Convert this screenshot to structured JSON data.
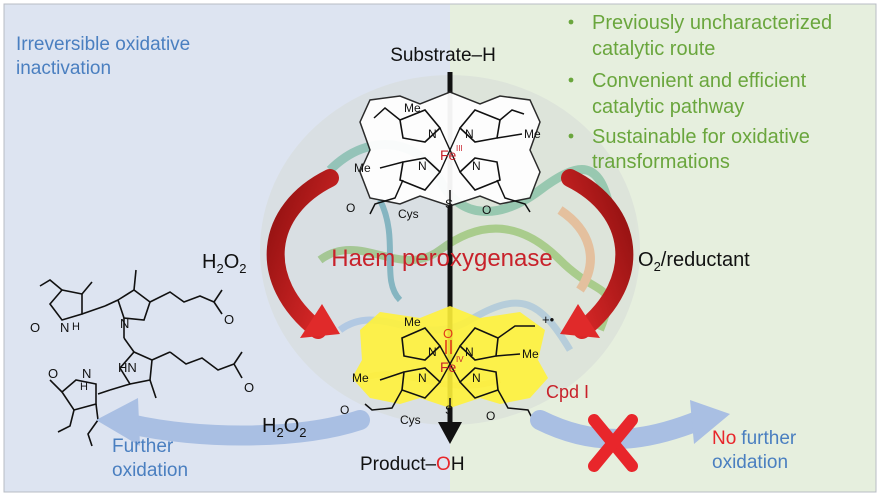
{
  "left_panel": {
    "title_line1": "Irreversible oxidative",
    "title_line2": "inactivation",
    "reagent_left": "H",
    "reagent_left_sub1": "2",
    "reagent_left_O": "O",
    "reagent_left_sub2": "2",
    "bottom_reagent": "H",
    "bottom_reagent_sub1": "2",
    "bottom_reagent_O": "O",
    "bottom_reagent_sub2": "2",
    "further_line1": "Further",
    "further_line2": "oxidation"
  },
  "right_panel": {
    "bullets": [
      {
        "line1": "Previously uncharacterized",
        "line2": "catalytic route"
      },
      {
        "line1": "Convenient and efficient",
        "line2": "catalytic pathway"
      },
      {
        "line1": "Sustainable for   oxidative",
        "line2": "transformations"
      }
    ],
    "reagent_O": "O",
    "reagent_sub": "2",
    "reagent_rest": "/reductant",
    "no_word": "No",
    "further_word": "further",
    "oxidation_word": "oxidation"
  },
  "center": {
    "substrate": "Substrate–H",
    "enzyme": "Haem peroxygenase",
    "product_prefix": "Product–",
    "product_O": "O",
    "product_H": "H",
    "cpd": "Cpd I"
  },
  "haem_top": {
    "fe": "Fe",
    "fe_ox": "III",
    "me1": "Me",
    "me2": "Me",
    "me3": "Me",
    "n1": "N",
    "n2": "N",
    "n3": "N",
    "n4": "N",
    "s": "S",
    "cys": "Cys",
    "o1": "O",
    "o2": "O"
  },
  "haem_bottom": {
    "fe": "Fe",
    "fe_ox": "IV",
    "o_top": "O",
    "me1": "Me",
    "me2": "Me",
    "me3": "Me",
    "n1": "N",
    "n2": "N",
    "n3": "N",
    "n4": "N",
    "s": "S",
    "cys": "Cys",
    "o1": "O",
    "o2": "O",
    "radical": "+•"
  },
  "bilin": {
    "o_a": "O",
    "n_a": "N",
    "h_a": "H",
    "n_b": "N",
    "hn_c": "HN",
    "o_d": "O",
    "n_d": "N",
    "h_d": "H",
    "o_acid1": "O",
    "o_acid2": "O"
  },
  "colors": {
    "left_bg": "#dde4f1",
    "right_bg": "#e6efde",
    "left_text": "#4a7fc0",
    "right_text": "#6aa63d",
    "enzyme_red": "#c8212a",
    "cross_red": "#e8262b",
    "highlight_yellow": "#fff23a",
    "arrow_blue": "#a9bfe3",
    "dark": "#111111"
  }
}
